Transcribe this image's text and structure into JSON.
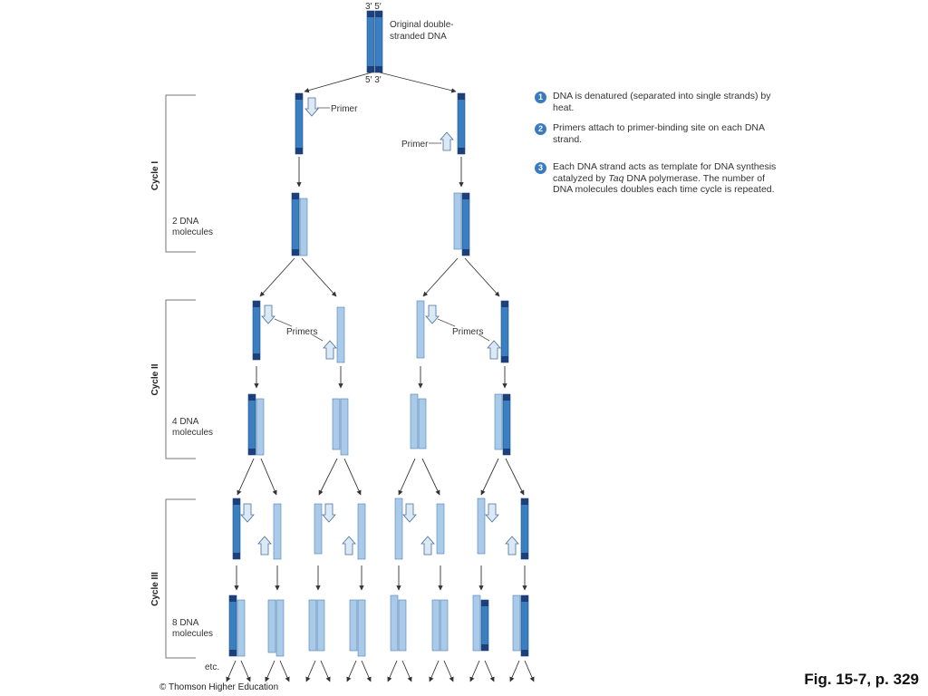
{
  "labels": {
    "top_3prime_5prime": "3′ 5′",
    "bottom_5prime_3prime": "5′ 3′",
    "original_line1": "Original double-",
    "original_line2": "stranded DNA",
    "primer": "Primer",
    "primers": "Primers",
    "etc": "etc."
  },
  "cycles": [
    {
      "name": "Cycle I",
      "count_line1": "2 DNA",
      "count_line2": "molecules"
    },
    {
      "name": "Cycle II",
      "count_line1": "4 DNA",
      "count_line2": "molecules"
    },
    {
      "name": "Cycle III",
      "count_line1": "8 DNA",
      "count_line2": "molecules"
    }
  ],
  "steps": [
    {
      "number": "1",
      "text": "DNA is denatured (separated into single strands) by heat."
    },
    {
      "number": "2",
      "text": "Primers attach to primer-binding site on each DNA strand."
    },
    {
      "number": "3",
      "text_before": "Each DNA strand acts as template for DNA synthesis catalyzed by ",
      "text_italic": "Taq",
      "text_after": " DNA polymerase. The number of DNA molecules doubles each time cycle is repeated."
    }
  ],
  "colors": {
    "template_strand": "#3a7fc0",
    "template_end": "#1d3f7a",
    "new_strand": "#a9cbe9",
    "primer_fill": "#dbe8f5",
    "arrow": "#333333",
    "bracket": "#777777",
    "step_badge": "#3a7bc0"
  },
  "footer": {
    "figure_ref": "Fig. 15-7, p. 329",
    "copyright": "© Thomson Higher Education"
  }
}
